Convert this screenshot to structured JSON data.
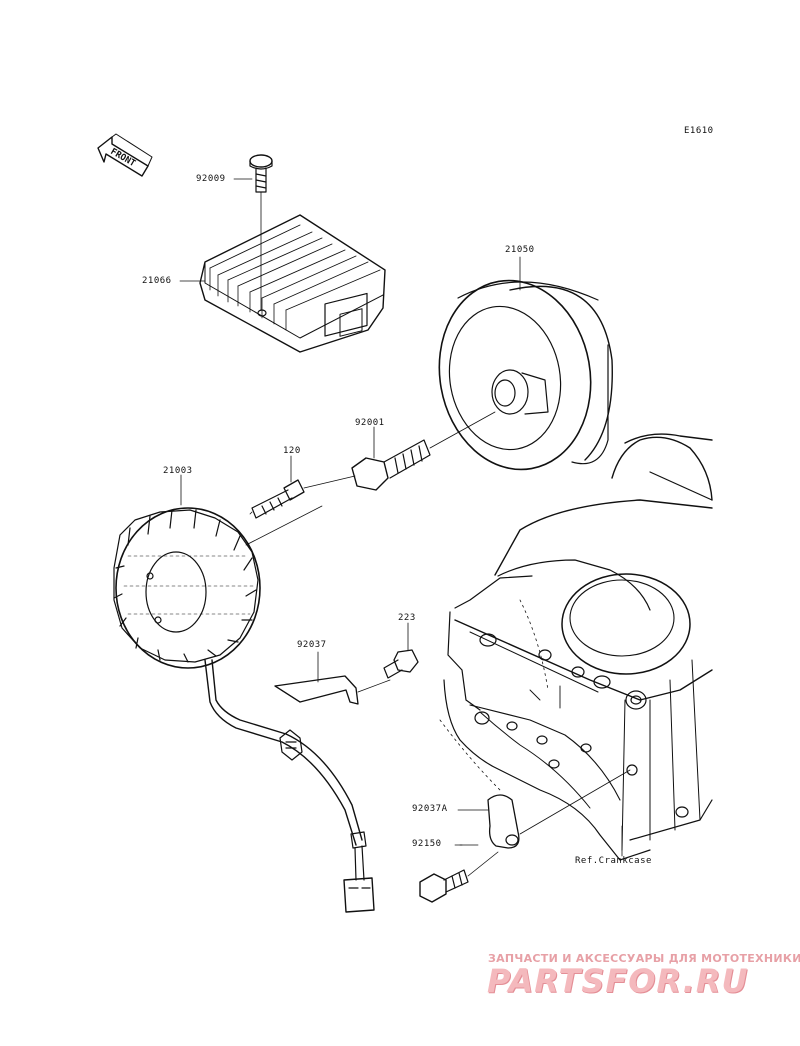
{
  "diagram": {
    "code": "E1610",
    "front_label": "FRONT",
    "parts": {
      "p92009": "92009",
      "p21066": "21066",
      "p21050": "21050",
      "p92001": "92001",
      "p120": "120",
      "p21003": "21003",
      "p223": "223",
      "p92037": "92037",
      "p92037A": "92037A",
      "p92150": "92150",
      "ref": "Ref.Crankcase"
    }
  },
  "watermark": {
    "top_text": "ЗАПЧАСТИ И АКСЕССУАРЫ ДЛЯ МОТОТЕХНИКИ",
    "logo": "PARTSFOR.RU"
  }
}
